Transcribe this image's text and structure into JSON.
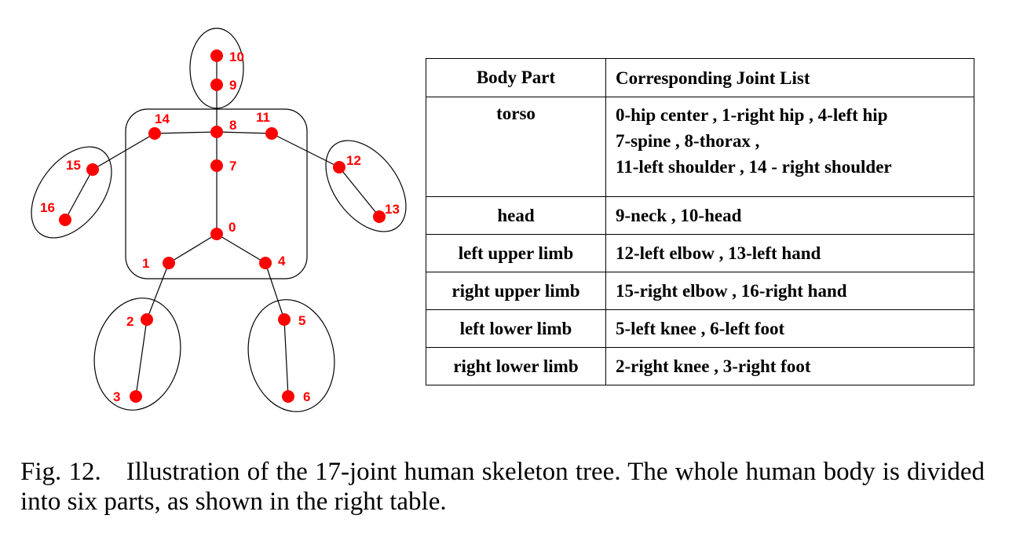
{
  "joint_color": "#ff0000",
  "outline_color": "#000000",
  "figure": {
    "joints": [
      "0",
      "1",
      "2",
      "3",
      "4",
      "5",
      "6",
      "7",
      "8",
      "9",
      "10",
      "11",
      "12",
      "13",
      "14",
      "15",
      "16"
    ],
    "bones": [
      [
        "0",
        "1"
      ],
      [
        "0",
        "4"
      ],
      [
        "0",
        "7"
      ],
      [
        "1",
        "2"
      ],
      [
        "2",
        "3"
      ],
      [
        "4",
        "5"
      ],
      [
        "5",
        "6"
      ],
      [
        "7",
        "8"
      ],
      [
        "8",
        "9"
      ],
      [
        "9",
        "10"
      ],
      [
        "8",
        "11"
      ],
      [
        "11",
        "12"
      ],
      [
        "12",
        "13"
      ],
      [
        "8",
        "14"
      ],
      [
        "14",
        "15"
      ],
      [
        "15",
        "16"
      ]
    ]
  },
  "table": {
    "header": {
      "part": "Body Part",
      "joints": "Corresponding Joint List"
    },
    "rows": [
      {
        "part": "torso",
        "joints": [
          "0-hip center ,  1-right hip , 4-left hip",
          "7-spine ,  8-thorax ,",
          "11-left shoulder ,  14 - right shoulder"
        ]
      },
      {
        "part": "head",
        "joints": [
          "9-neck ,  10-head"
        ]
      },
      {
        "part": "left upper limb",
        "joints": [
          "12-left elbow ,  13-left hand"
        ]
      },
      {
        "part": "right upper limb",
        "joints": [
          "15-right elbow , 16-right hand"
        ]
      },
      {
        "part": "left lower limb",
        "joints": [
          "5-left knee , 6-left foot"
        ]
      },
      {
        "part": "right lower limb",
        "joints": [
          "2-right knee , 3-right foot"
        ]
      }
    ]
  },
  "caption": {
    "label": "Fig. 12.",
    "text": "Illustration of the 17-joint human skeleton tree. The whole human body is divided into six parts, as shown in the right table."
  }
}
